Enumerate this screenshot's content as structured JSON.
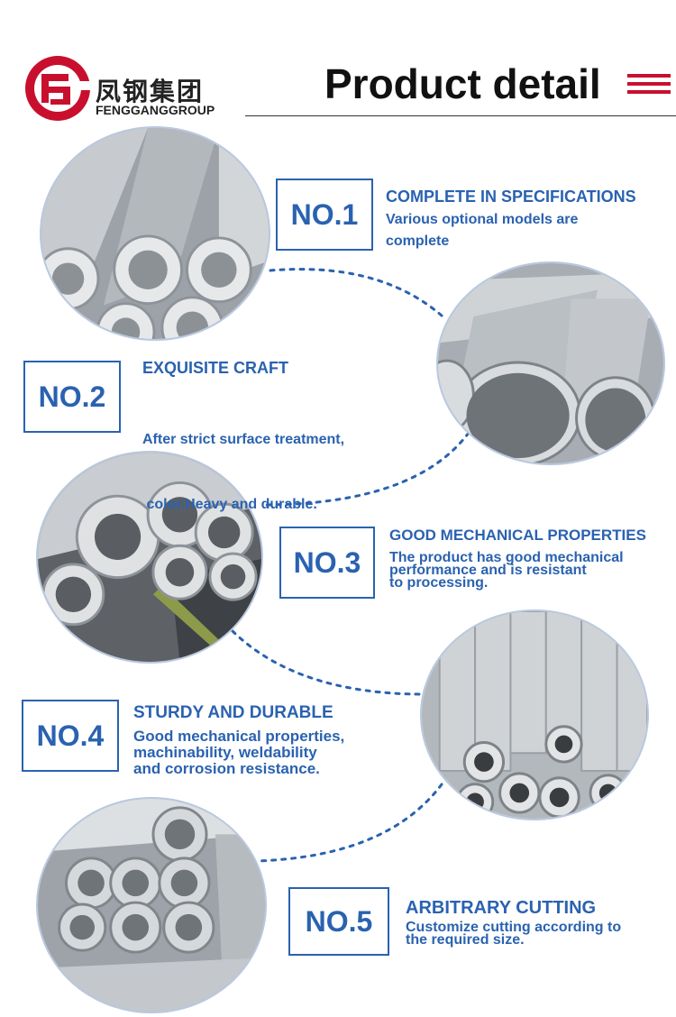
{
  "header": {
    "logo_cn": "凤钢集团",
    "logo_en": "FENGGANGGROUP",
    "title": "Product detail"
  },
  "colors": {
    "accent": "#2a62b0",
    "brand_red": "#c8102e"
  },
  "items": [
    {
      "no": "NO.1",
      "heading": "COMPLETE IN SPECIFICATIONS",
      "lines": [
        "Various optional models are",
        "complete"
      ]
    },
    {
      "no": "NO.2",
      "heading": "EXQUISITE CRAFT",
      "lines": [
        "After strict surface treatment,",
        " color.Heavy and durable."
      ]
    },
    {
      "no": "NO.3",
      "heading": "GOOD MECHANICAL PROPERTIES",
      "lines": [
        "The product has good mechanical",
        "performance and is resistant",
        "to processing."
      ]
    },
    {
      "no": "NO.4",
      "heading": "STURDY AND DURABLE",
      "lines": [
        "Good mechanical properties,",
        "machinability, weldability",
        "and corrosion resistance."
      ]
    },
    {
      "no": "NO.5",
      "heading": "ARBITRARY CUTTING",
      "lines": [
        "Customize cutting according to",
        "the required size."
      ]
    }
  ]
}
